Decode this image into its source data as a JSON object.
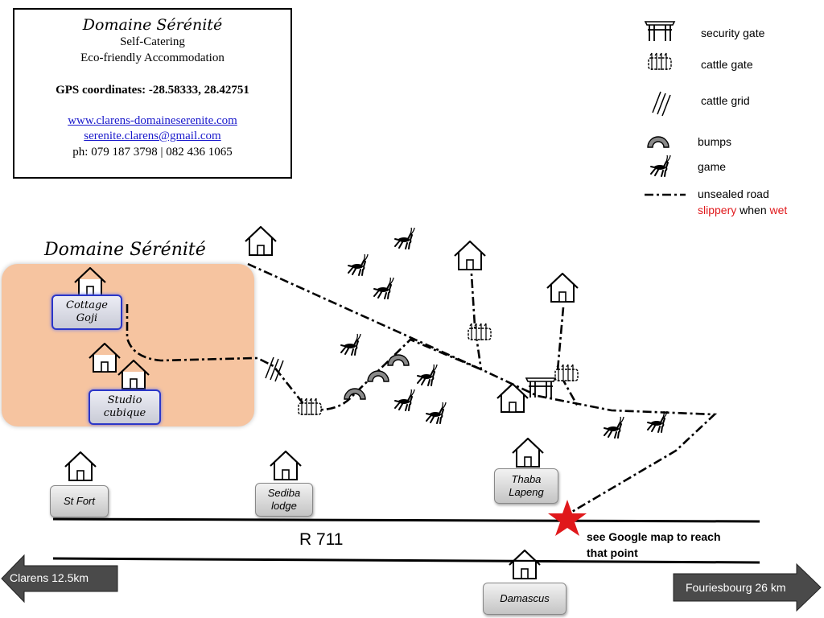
{
  "info_box": {
    "title": "Domaine Sérénité",
    "line1": "Self-Catering",
    "line2": "Eco-friendly Accommodation",
    "gps": "GPS coordinates: -28.58333, 28.42751",
    "website": "www.clarens-domaineserenite.com",
    "email": "serenite.clarens@gmail.com",
    "phone": "ph: 079 187 3798 | 082 436 1065"
  },
  "estate": {
    "title": "Domaine Sérénité",
    "cottage_line1": "Cottage",
    "cottage_line2": "Goji",
    "studio_line1": "Studio",
    "studio_line2": "cubique"
  },
  "places": {
    "st_fort": "St Fort",
    "sediba_line1": "Sediba",
    "sediba_line2": "lodge",
    "thaba_line1": "Thaba",
    "thaba_line2": "Lapeng",
    "damascus": "Damascus"
  },
  "road": {
    "name": "R 711",
    "left_arrow": "Clarens 12.5km",
    "right_arrow": "Fouriesbourg 26 km",
    "note_line1": "see Google map to reach",
    "note_line2": "that point"
  },
  "legend": {
    "security_gate": "security gate",
    "cattle_gate": "cattle gate",
    "cattle_grid": "cattle grid",
    "bumps": "bumps",
    "game": "game",
    "unsealed_road": "unsealed road",
    "slippery": "slippery",
    "when": "when",
    "wet": "wet"
  },
  "icons": {
    "house": "house-icon",
    "security_gate": "security-gate-icon",
    "cattle_gate": "cattle-gate-icon",
    "cattle_grid": "cattle-grid-icon",
    "bump": "bump-icon",
    "game": "antelope-icon",
    "star": "star-marker-icon"
  },
  "colors": {
    "estate_fill": "#f6c4a0",
    "marker": "#e0181b",
    "link": "#1a1acc",
    "box_border_blue": "#2a36c8"
  }
}
